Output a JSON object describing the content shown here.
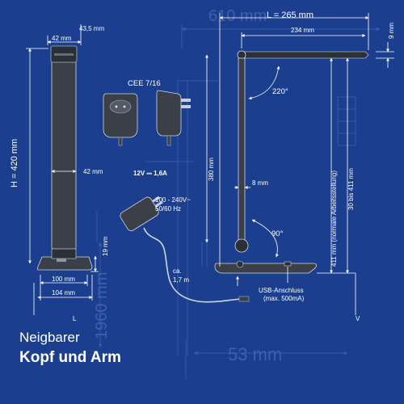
{
  "background": "#1b3f8e",
  "ghost_labels": {
    "top": "610 mm",
    "left_vertical": "1960 mm",
    "bottom": "53 mm"
  },
  "left_lamp": {
    "width_top": "43,5 mm",
    "width_head": "42 mm",
    "height": "H = 420 mm",
    "width_mid": "42 mm",
    "base_height": "19 mm",
    "base_inner": "100 mm",
    "base_outer": "104 mm",
    "view_letter": "L"
  },
  "adapter": {
    "plug_type": "CEE 7/16",
    "output": "12V ⎓ 1,6A",
    "input_line1": "100 - 240V~",
    "input_line2": "50/60 Hz",
    "cable_line1": "ca.",
    "cable_line2": "1,7 m"
  },
  "right_lamp": {
    "length": "L = 265 mm",
    "head_length": "234 mm",
    "head_thickness": "9 mm",
    "head_angle": "220°",
    "arm_height": "380 mm",
    "arm_width": "8 mm",
    "total_height": "411 mm (normale Arbeitsstellung)",
    "height_range": "30 bis 411 mm",
    "arm_angle": "90°",
    "usb_label": "USB-Anschluss",
    "usb_spec": "(max. 500mA)",
    "view_letter": "V"
  },
  "caption": {
    "line1": "Neigbarer",
    "line2": "Kopf und Arm"
  }
}
